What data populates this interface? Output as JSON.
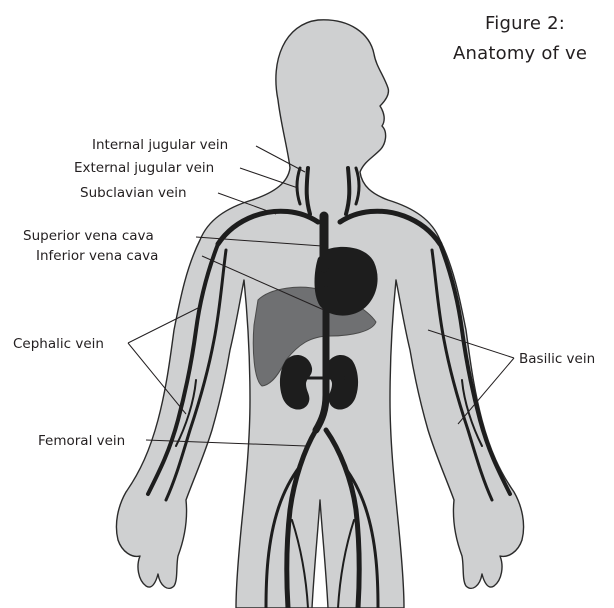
{
  "figure": {
    "title_line1": "Figure 2:",
    "title_line2": "Anatomy of ve"
  },
  "labels": {
    "internal_jugular": "Internal jugular vein",
    "external_jugular": "External jugular vein",
    "subclavian": "Subclavian vein",
    "superior_vena_cava": "Superior vena cava",
    "inferior_vena_cava": "Inferior vena cava",
    "cephalic": "Cephalic vein",
    "basilic": "Basilic vein",
    "femoral": "Femoral vein"
  },
  "colors": {
    "body": "#cfd0d1",
    "vein": "#1d1d1d",
    "liver": "#6f7072",
    "text": "#231f20"
  }
}
